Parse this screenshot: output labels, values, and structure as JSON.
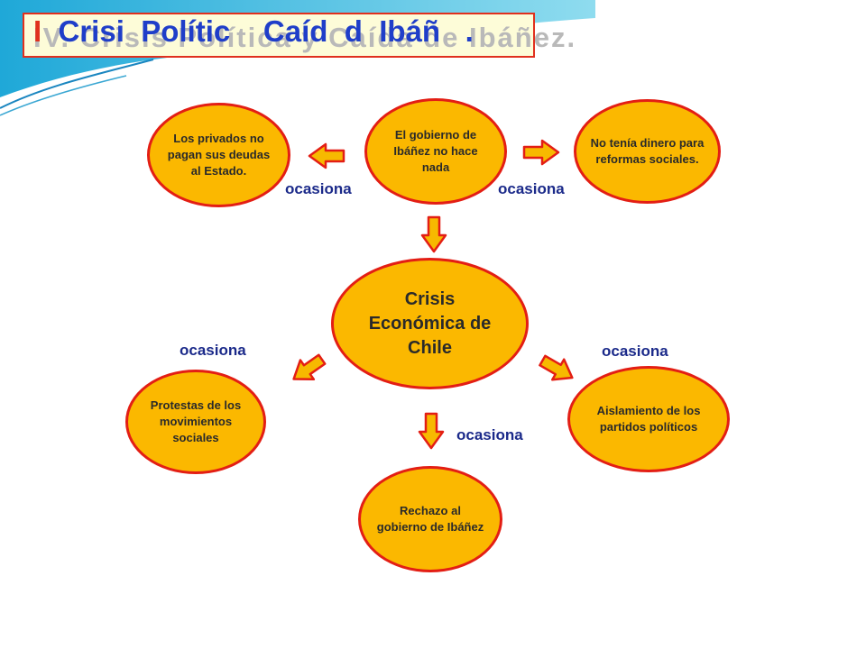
{
  "title": {
    "first_char": "I",
    "rest": "  Crisi  Polític    Caíd  d  Ibáñ   .",
    "shadow_text": "IV. Crisis Política y Caída de Ibáñez."
  },
  "nodes": {
    "gobierno": "El gobierno de Ibáñez no hace nada",
    "privados": "Los privados no pagan sus deudas al Estado.",
    "dinero": "No tenía dinero para reformas sociales.",
    "crisis": "Crisis Económica de Chile",
    "protestas": "Protestas de los movimientos sociales",
    "aislamiento": "Aislamiento de los partidos políticos",
    "rechazo": "Rechazo al gobierno de Ibáñez"
  },
  "labels": {
    "ocasiona_left_top": "ocasiona",
    "ocasiona_right_top": "ocasiona",
    "ocasiona_left_mid": "ocasiona",
    "ocasiona_right_mid": "ocasiona",
    "ocasiona_bottom": "ocasiona"
  },
  "colors": {
    "node_fill": "#fbb800",
    "node_border": "#e31e14",
    "arrow_fill": "#f7b900",
    "arrow_border": "#e31e14",
    "label_text": "#1b2a8a",
    "title_blue": "#1f3ec9"
  }
}
